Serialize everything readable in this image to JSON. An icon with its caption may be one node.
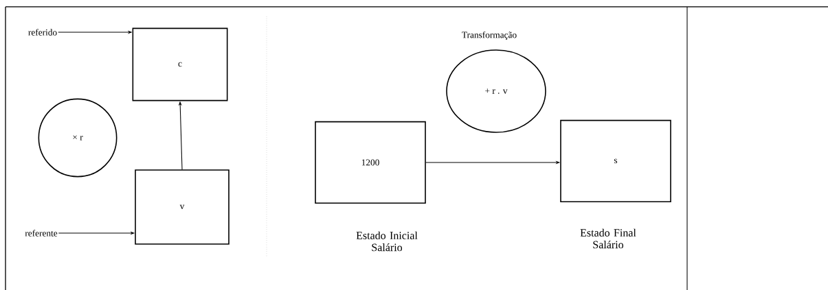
{
  "diagram": {
    "nodes": [
      {
        "text": [
          "referido"
        ]
      },
      {
        "text": [
          "c"
        ]
      },
      {
        "text": [
          "× r"
        ]
      },
      {
        "text": [
          "v"
        ]
      },
      {
        "text": [
          "referente"
        ]
      },
      {
        "text": [
          "Transformação",
          "+ r . v"
        ]
      },
      {
        "text": [
          "1200"
        ],
        "beside": [
          "Estado Inicial Salário"
        ]
      },
      {
        "text": [
          "s"
        ],
        "beside": [
          "Estado Final Salário"
        ]
      }
    ],
    "edges": [
      {
        "from": 0,
        "to": 1,
        "arrow": "to"
      },
      {
        "from": 3,
        "to": 1,
        "arrow": "to"
      },
      {
        "from": 4,
        "to": 3,
        "arrow": "to"
      },
      {
        "from": 6,
        "to": 7,
        "arrow": "to"
      }
    ]
  }
}
